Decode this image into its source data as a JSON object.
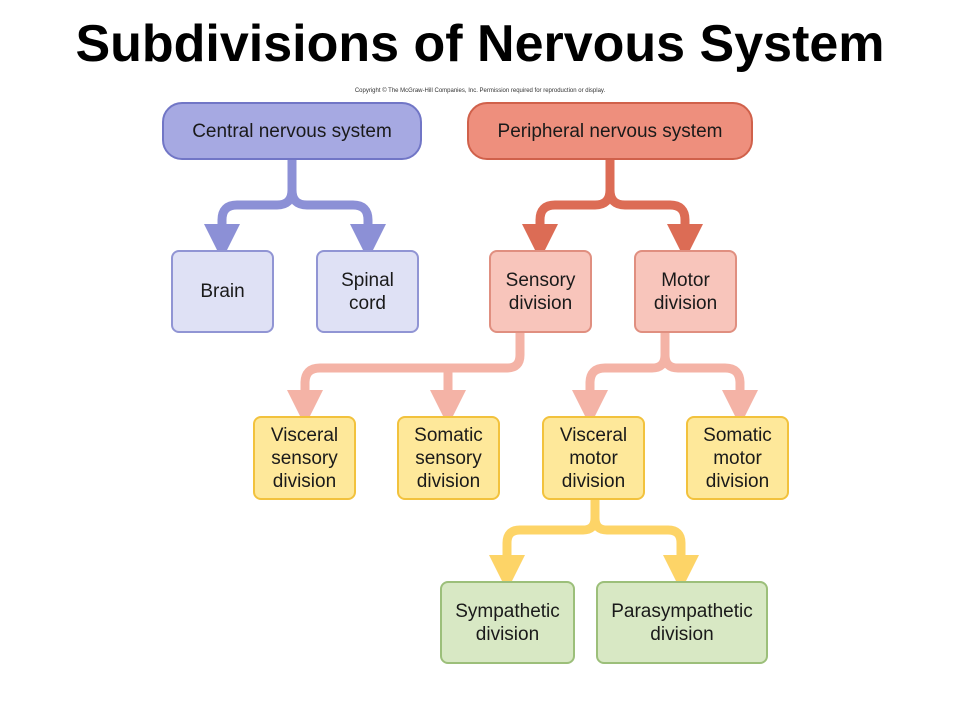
{
  "title": "Subdivisions of Nervous System",
  "copyright": "Copyright © The McGraw-Hill Companies, Inc. Permission required for reproduction or display.",
  "nodes": {
    "cns": "Central nervous system",
    "pns": "Peripheral nervous system",
    "brain": "Brain",
    "spinal": "Spinal\ncord",
    "sensory": "Sensory\ndivision",
    "motor": "Motor\ndivision",
    "visceral_sensory": "Visceral\nsensory\ndivision",
    "somatic_sensory": "Somatic\nsensory\ndivision",
    "visceral_motor": "Visceral\nmotor\ndivision",
    "somatic_motor": "Somatic\nmotor\ndivision",
    "sympathetic": "Sympathetic\ndivision",
    "parasympathetic": "Parasympathetic\ndivision"
  },
  "colors": {
    "cns": "#a6a9e2",
    "cns_children": "#dfe1f5",
    "cns_arrow": "#8c90d6",
    "pns": "#ee8f7d",
    "pns_children": "#f8c5bb",
    "pns_arrow": "#dc6c55",
    "sensory_motor_arrow": "#f4b3a6",
    "subdivisions": "#fee89a",
    "autonomic_arrow": "#fdd467",
    "autonomic": "#d8e8c4"
  }
}
